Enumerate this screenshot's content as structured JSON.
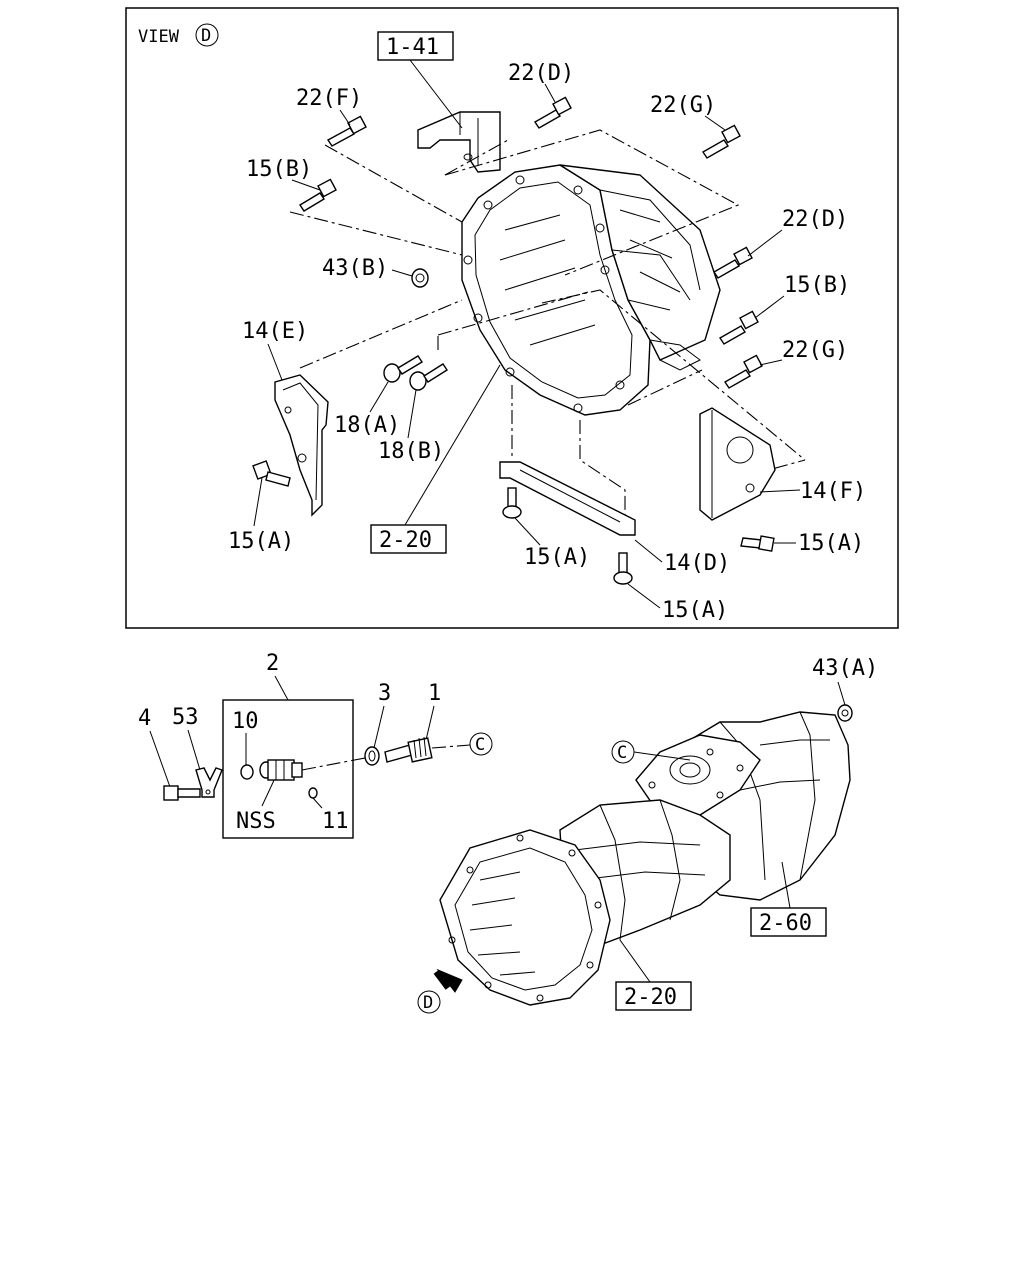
{
  "view_box": {
    "title_prefix": "VIEW",
    "title_circle": "D"
  },
  "view_labels": {
    "ref_1_41": "1-41",
    "ref_2_20_top": "2-20",
    "bolt_22F": "22(F)",
    "bolt_22D_top": "22(D)",
    "bolt_22G_top": "22(G)",
    "bolt_15B_left": "15(B)",
    "nut_43B": "43(B)",
    "bolt_22D_right": "22(D)",
    "bolt_15B_right": "15(B)",
    "bracket_14E": "14(E)",
    "bolt_22G_right": "22(G)",
    "bolt_18A": "18(A)",
    "bolt_18B": "18(B)",
    "bracket_14F": "14(F)",
    "bolt_15A_left": "15(A)",
    "bolt_15A_right": "15(A)",
    "bolt_15A_center": "15(A)",
    "bracket_14D": "14(D)",
    "bolt_15A_bottom": "15(A)"
  },
  "lower_labels": {
    "part_2": "2",
    "part_3": "3",
    "part_1": "1",
    "part_4": "4",
    "part_53": "53",
    "part_10": "10",
    "part_11": "11",
    "nss": "NSS",
    "callout_c_right": "C",
    "callout_c_trans": "C",
    "nut_43A": "43(A)",
    "ref_2_60": "2-60",
    "ref_2_20_bottom": "2-20",
    "view_arrow_circle": "D"
  }
}
